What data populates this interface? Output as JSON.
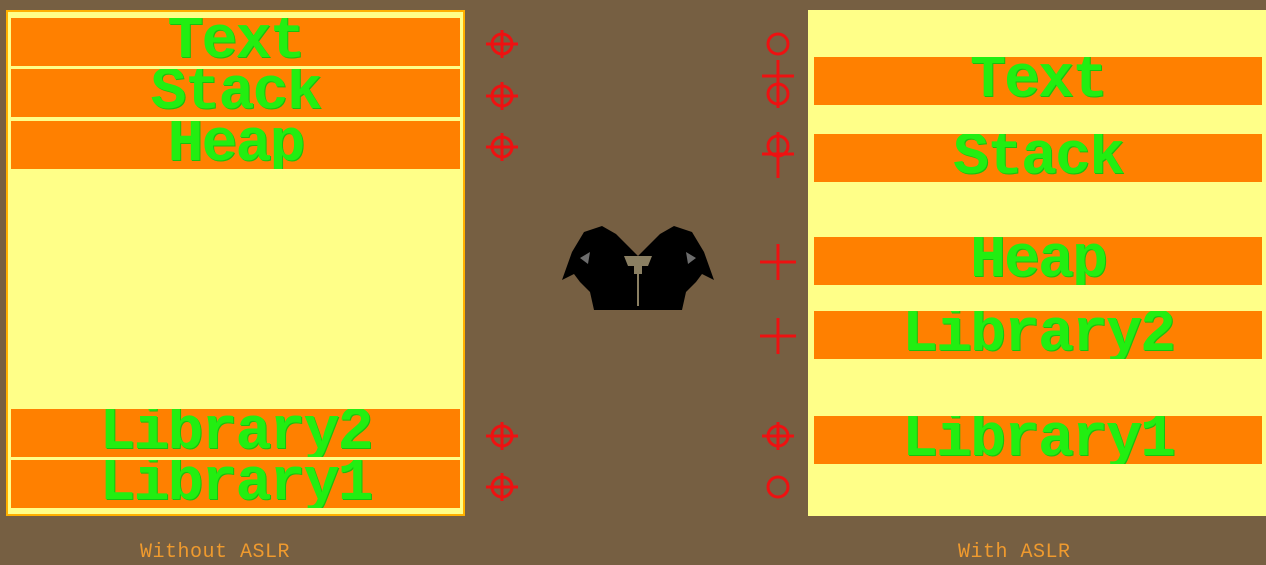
{
  "left_panel": {
    "caption": "Without ASLR",
    "segments": [
      {
        "label": "Text"
      },
      {
        "label": "Stack"
      },
      {
        "label": "Heap"
      },
      {
        "label": "Library2"
      },
      {
        "label": "Library1"
      }
    ]
  },
  "right_panel": {
    "caption": "With ASLR",
    "segments": [
      {
        "label": "Text"
      },
      {
        "label": "Stack"
      },
      {
        "label": "Heap"
      },
      {
        "label": "Library2"
      },
      {
        "label": "Library1"
      }
    ]
  },
  "center_icon": "mask-figure-icon",
  "markers": {
    "left": [
      "crosshair-icon",
      "crosshair-icon",
      "crosshair-icon",
      "crosshair-icon",
      "crosshair-icon"
    ],
    "right": [
      "circle-icon",
      "circle-with-cross-icon",
      "crosshair-icon",
      "plus-icon",
      "plus-icon",
      "crosshair-icon",
      "circle-icon"
    ]
  },
  "colors": {
    "background": "#765f42",
    "panel": "#ffff88",
    "segment": "#ff8000",
    "label": "#22ee11",
    "marker": "#ee1111",
    "caption": "#ef9a2e"
  }
}
